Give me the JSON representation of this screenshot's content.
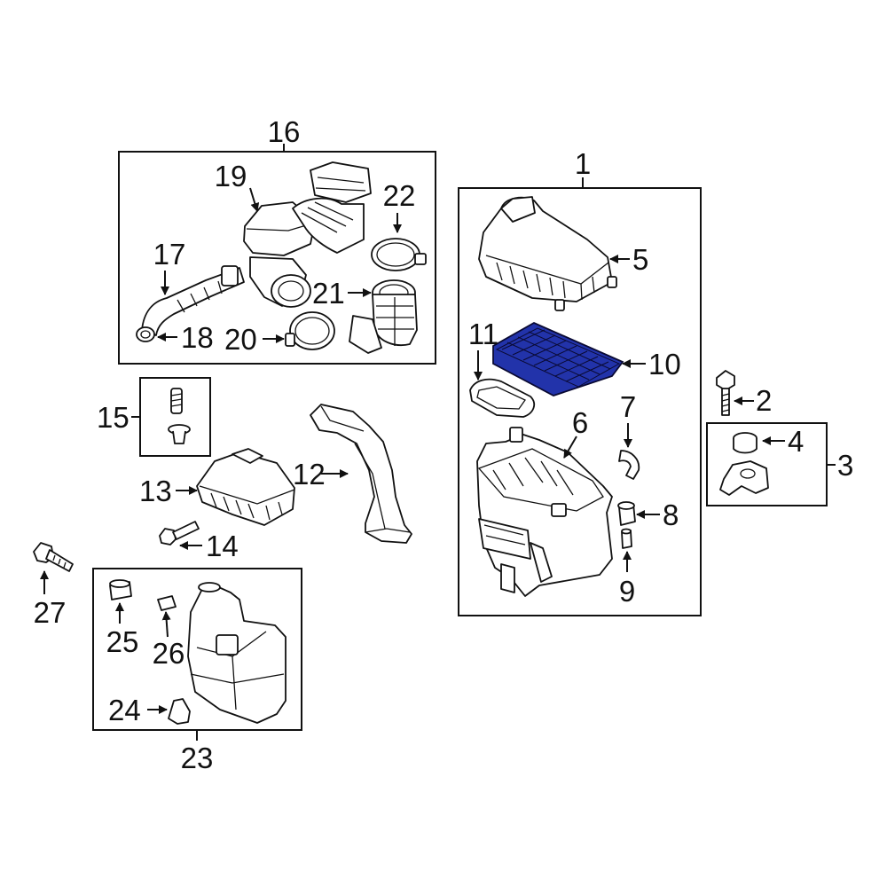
{
  "highlight_color": "#2233aa",
  "callouts": {
    "c1": "1",
    "c2": "2",
    "c3": "3",
    "c4": "4",
    "c5": "5",
    "c6": "6",
    "c7": "7",
    "c8": "8",
    "c9": "9",
    "c10": "10",
    "c11": "11",
    "c12": "12",
    "c13": "13",
    "c14": "14",
    "c15": "15",
    "c16": "16",
    "c17": "17",
    "c18": "18",
    "c19": "19",
    "c20": "20",
    "c21": "21",
    "c22": "22",
    "c23": "23",
    "c24": "24",
    "c25": "25",
    "c26": "26",
    "c27": "27"
  },
  "highlighted_part": "10"
}
